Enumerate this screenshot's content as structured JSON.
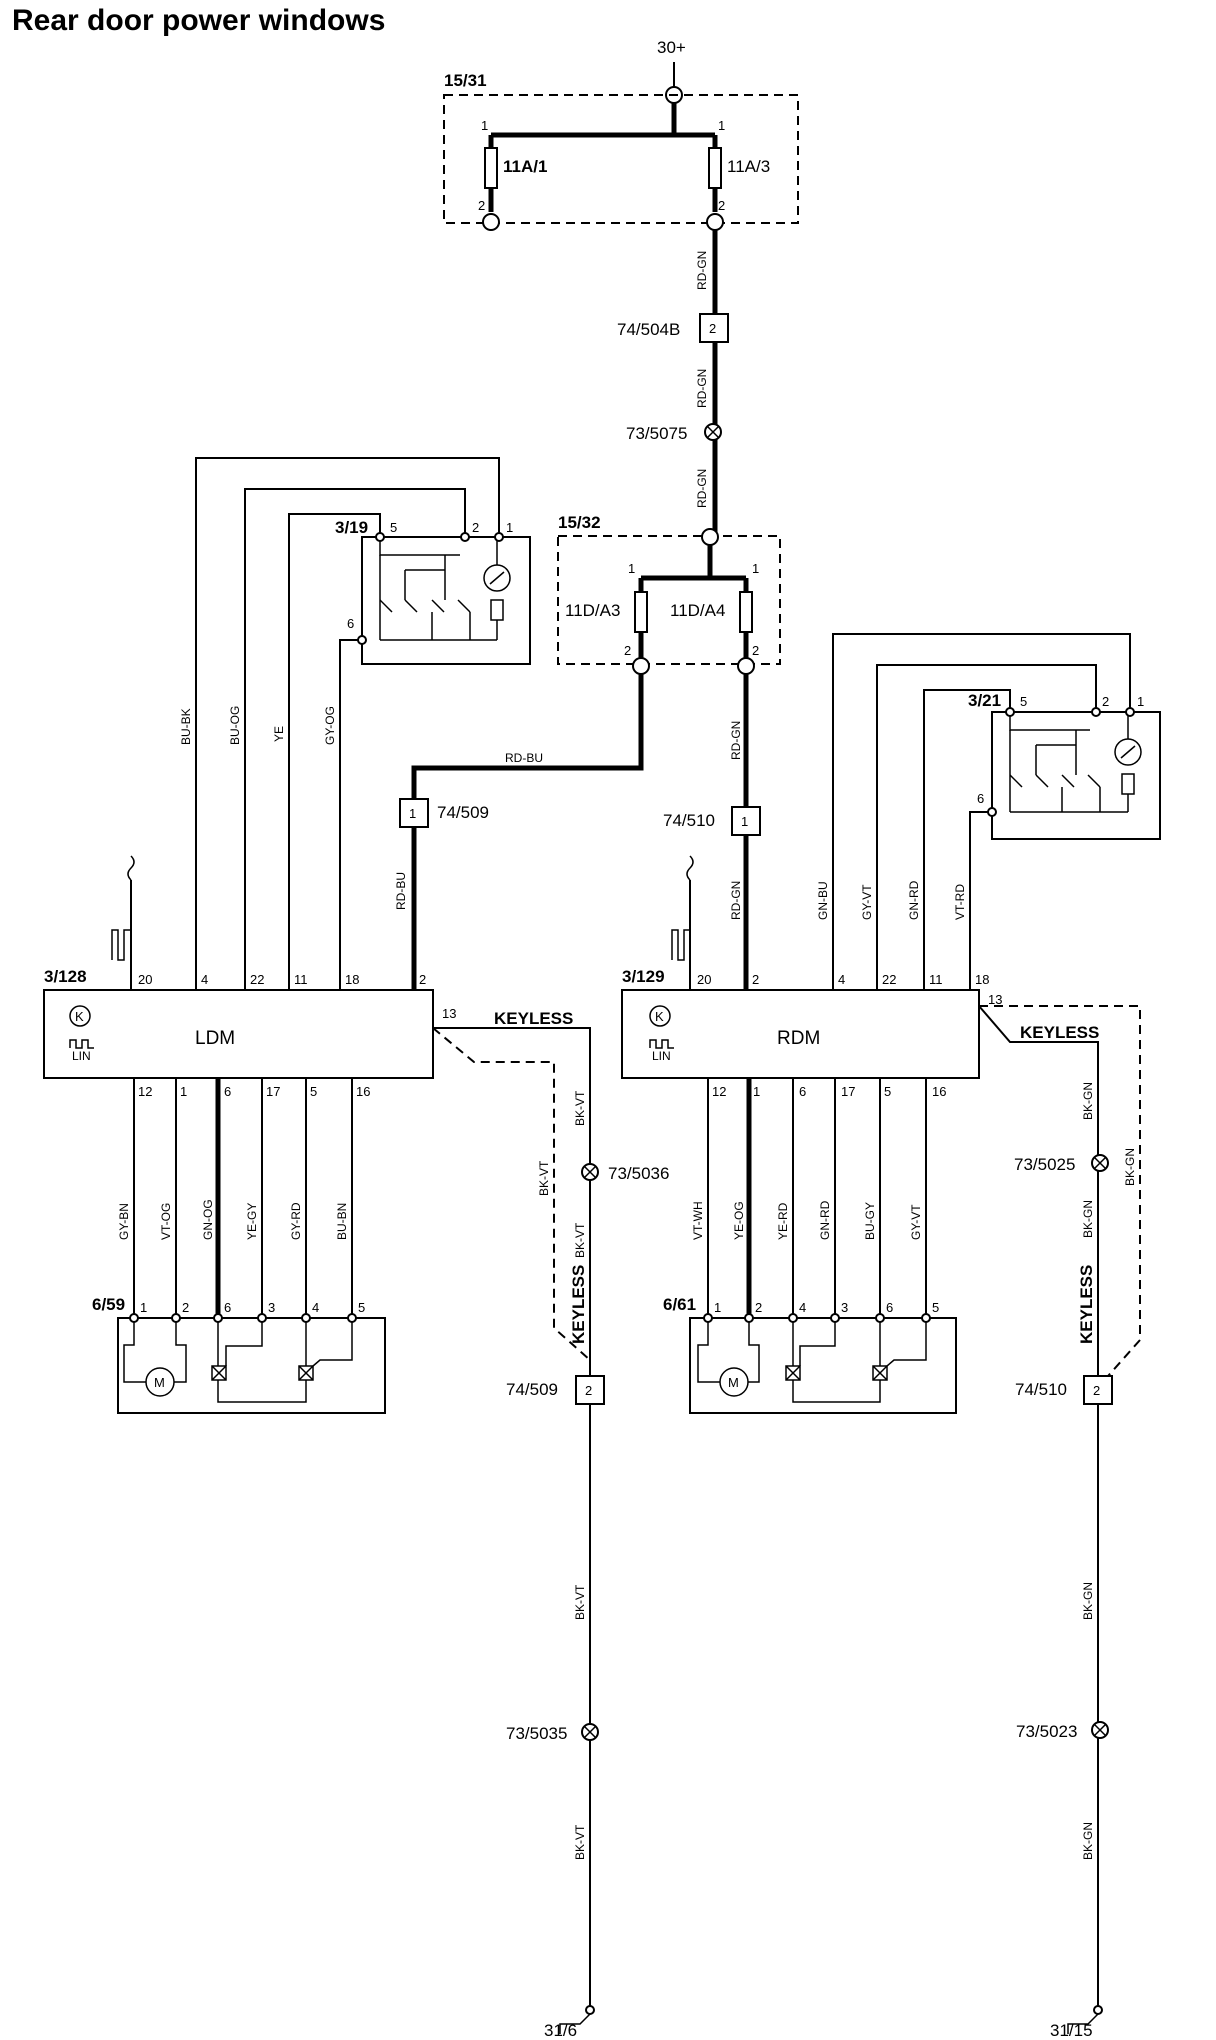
{
  "title": "Rear door power windows",
  "supply": {
    "label": "30+"
  },
  "fuse_box_1": {
    "label": "15/31",
    "fuse_a": "11A/1",
    "fuse_b": "11A/3",
    "pin1": "1",
    "pin2": "2"
  },
  "fuse_box_2": {
    "label": "15/32",
    "fuse_a": "11D/A3",
    "fuse_b": "11D/A4",
    "pin1": "1",
    "pin2": "2"
  },
  "connectors": {
    "c504b": {
      "label": "74/504B",
      "pin": "2"
    },
    "c509a": {
      "label": "74/509",
      "pin": "1"
    },
    "c510a": {
      "label": "74/510",
      "pin": "1"
    },
    "c509b": {
      "label": "74/509",
      "pin": "2"
    },
    "c510b": {
      "label": "74/510",
      "pin": "2"
    }
  },
  "splices": {
    "s5075": "73/5075",
    "s5036": "73/5036",
    "s5025": "73/5025",
    "s5035": "73/5035",
    "s5023": "73/5023"
  },
  "grounds": {
    "left": "31/6",
    "right": "31/15"
  },
  "switch_left": {
    "label": "3/19",
    "pins": [
      "5",
      "2",
      "1",
      "6"
    ]
  },
  "switch_right": {
    "label": "3/21",
    "pins": [
      "5",
      "2",
      "1",
      "6"
    ]
  },
  "ldm": {
    "label": "3/128",
    "name": "LDM",
    "lin": "LIN",
    "top_pins": [
      "20",
      "4",
      "22",
      "11",
      "18",
      "2"
    ],
    "side_pin": "13",
    "bottom_pins": [
      "12",
      "1",
      "6",
      "17",
      "5",
      "16"
    ]
  },
  "rdm": {
    "label": "3/129",
    "name": "RDM",
    "lin": "LIN",
    "top_pins": [
      "20",
      "2",
      "4",
      "22",
      "11",
      "18"
    ],
    "side_pin": "13",
    "bottom_pins": [
      "12",
      "1",
      "6",
      "17",
      "5",
      "16"
    ]
  },
  "motor_left": {
    "label": "6/59",
    "pins": [
      "1",
      "2",
      "6",
      "3",
      "4",
      "5"
    ],
    "motor": "M"
  },
  "motor_right": {
    "label": "6/61",
    "pins": [
      "1",
      "2",
      "4",
      "3",
      "6",
      "5"
    ],
    "motor": "M"
  },
  "keyless": "KEYLESS",
  "wires": {
    "rd_gn": "RD-GN",
    "rd_bu": "RD-BU",
    "bu_bk": "BU-BK",
    "bu_og": "BU-OG",
    "ye": "YE",
    "gy_og": "GY-OG",
    "gn_bu": "GN-BU",
    "gy_vt": "GY-VT",
    "gn_rd": "GN-RD",
    "vt_rd": "VT-RD",
    "gy_bn": "GY-BN",
    "vt_og": "VT-OG",
    "gn_og": "GN-OG",
    "ye_gy": "YE-GY",
    "gy_rd": "GY-RD",
    "bu_bn": "BU-BN",
    "vt_wh": "VT-WH",
    "ye_og": "YE-OG",
    "ye_rd": "YE-RD",
    "bu_gy": "BU-GY",
    "bk_vt": "BK-VT",
    "bk_gn": "BK-GN"
  }
}
